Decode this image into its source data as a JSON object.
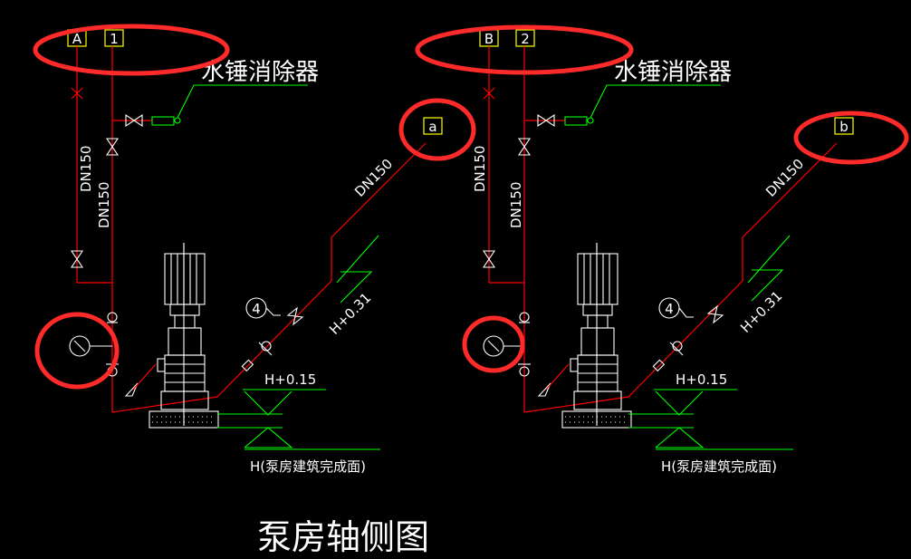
{
  "drawing": {
    "title": "泵房轴侧图",
    "colors": {
      "background": "#000000",
      "pipe": "#ff0000",
      "equipment": "#ffffff",
      "leader": "#00ff00",
      "tag_border": "#ffff00",
      "markup": "#ff2a2a"
    },
    "left_system": {
      "tags": [
        "A",
        "1"
      ],
      "riser_tag": "a",
      "device_label": "水锤消除器",
      "pipe_labels": [
        "DN150",
        "DN150",
        "DN150"
      ],
      "elevations": [
        "H+0.31",
        "H+0.15",
        "H(泵房建筑完成面)"
      ],
      "fitting_number": "4"
    },
    "right_system": {
      "tags": [
        "B",
        "2"
      ],
      "riser_tag": "b",
      "device_label": "水锤消除器",
      "pipe_labels": [
        "DN150",
        "DN150",
        "DN150"
      ],
      "elevations": [
        "H+0.31",
        "H+0.15",
        "H(泵房建筑完成面)"
      ],
      "fitting_number": "4"
    }
  }
}
